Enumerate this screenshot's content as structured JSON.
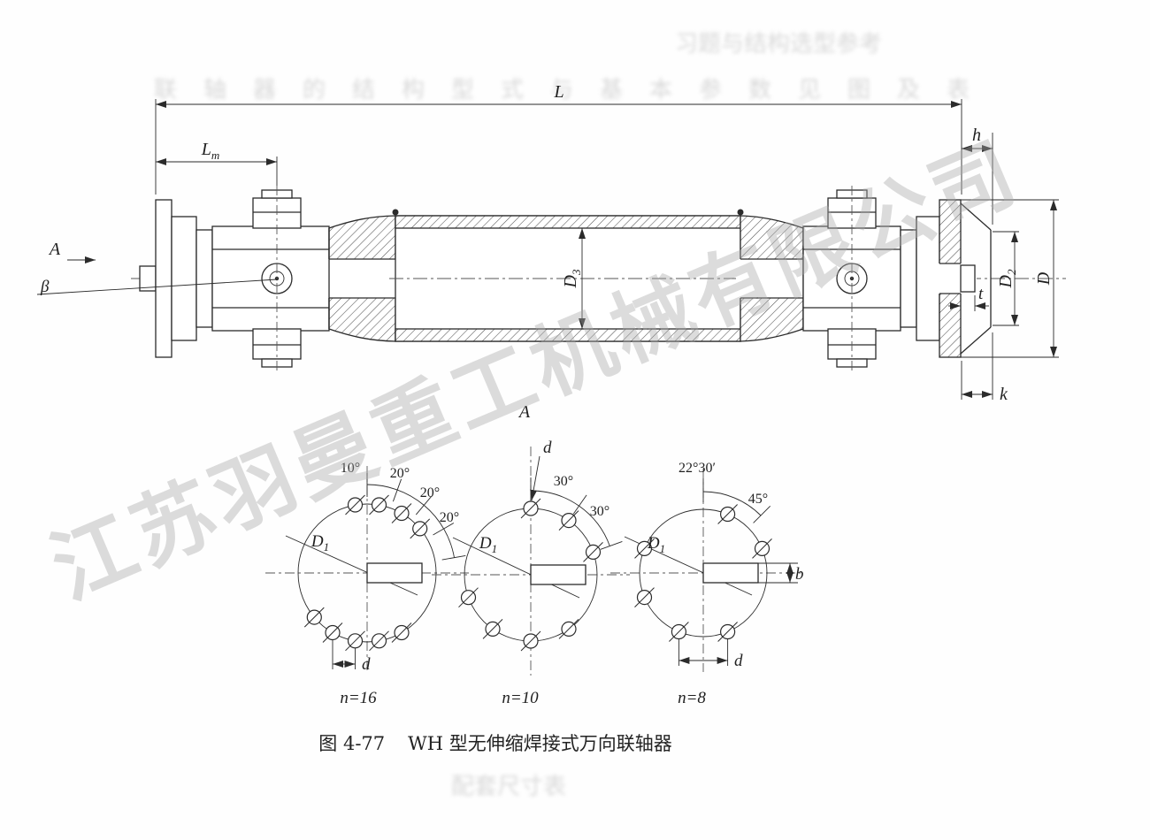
{
  "figure": {
    "caption_no": "图 4-77",
    "caption_title": "WH 型无伸缩焊接式万向联轴器",
    "watermark": "江苏羽曼重工机械有限公司"
  },
  "main_view": {
    "view_arrow_label": "A",
    "angle_label": "β",
    "dim_L": "L",
    "dim_Lm_main": "L",
    "dim_Lm_sub": "m",
    "dim_h": "h",
    "dim_k": "k",
    "dim_t": "t",
    "dim_D": "D",
    "dim_D2_main": "D",
    "dim_D2_sub": "2",
    "dim_D3_main": "D",
    "dim_D3_sub": "3"
  },
  "detail_views": {
    "section_label": "A",
    "left": {
      "angle_labels": [
        "10°",
        "20°",
        "20°",
        "20°"
      ],
      "dim_D1_main": "D",
      "dim_D1_sub": "1",
      "dim_d": "d",
      "count": "n=16"
    },
    "middle": {
      "angle_labels": [
        "30°",
        "30°"
      ],
      "dim_D1_main": "D",
      "dim_D1_sub": "1",
      "dim_d": "d",
      "count": "n=10"
    },
    "right": {
      "angle_labels": [
        "22°30′",
        "45°"
      ],
      "dim_D1_main": "D",
      "dim_D1_sub": "1",
      "dim_d": "d",
      "dim_b": "b",
      "count": "n=8"
    }
  },
  "bleed": {
    "line1": "习题与结构选型参考",
    "line2": "联轴器的结构型式与基本参数见图及表",
    "line3": "配套尺寸表"
  }
}
